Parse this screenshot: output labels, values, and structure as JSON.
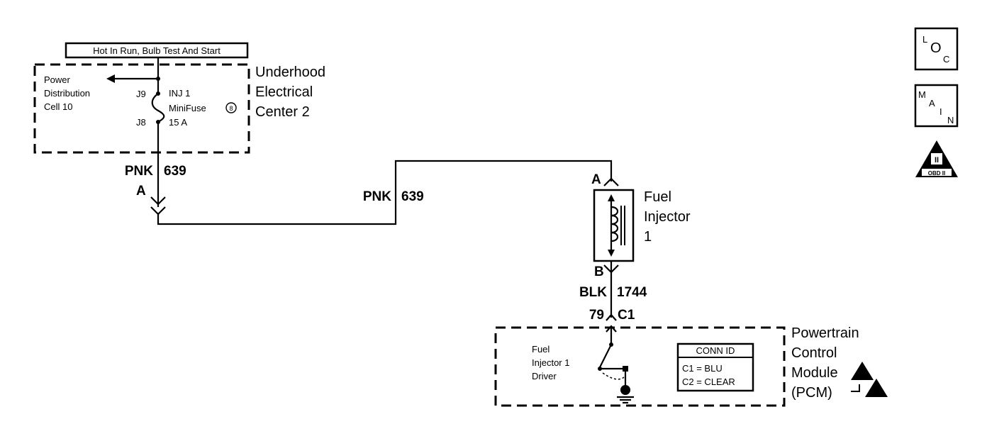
{
  "hot_label": "Hot In Run, Bulb Test And Start",
  "underhood": {
    "title_lines": [
      "Underhood",
      "Electrical",
      "Center 2"
    ],
    "power_distribution": [
      "Power",
      "Distribution",
      "Cell 10"
    ],
    "fuse_lines": [
      "INJ 1",
      "MiniFuse",
      "15 A"
    ],
    "fuse_ref": "8",
    "terminals": [
      "J9",
      "J8"
    ]
  },
  "wire_1": {
    "color": "PNK",
    "circuit": "639",
    "connector": "A"
  },
  "wire_2": {
    "color": "PNK",
    "circuit": "639"
  },
  "injector": {
    "name_lines": [
      "Fuel",
      "Injector",
      "1"
    ],
    "pin_top": "A",
    "pin_bottom": "B"
  },
  "wire_3": {
    "color": "BLK",
    "circuit": "1744"
  },
  "pcm_connector": {
    "pin": "79",
    "connector": "C1"
  },
  "pcm": {
    "name_lines": [
      "Powertrain",
      "Control",
      "Module",
      "(PCM)"
    ],
    "driver_lines": [
      "Fuel",
      "Injector 1",
      "Driver"
    ],
    "conn_id": {
      "title": "CONN ID",
      "rows": [
        "C1 = BLU",
        "C2 = CLEAR"
      ]
    }
  },
  "icons": {
    "loc": [
      "L",
      "O",
      "C"
    ],
    "main": [
      "M",
      "A",
      "I",
      "N"
    ],
    "obd": [
      "II",
      "OBD II"
    ]
  }
}
